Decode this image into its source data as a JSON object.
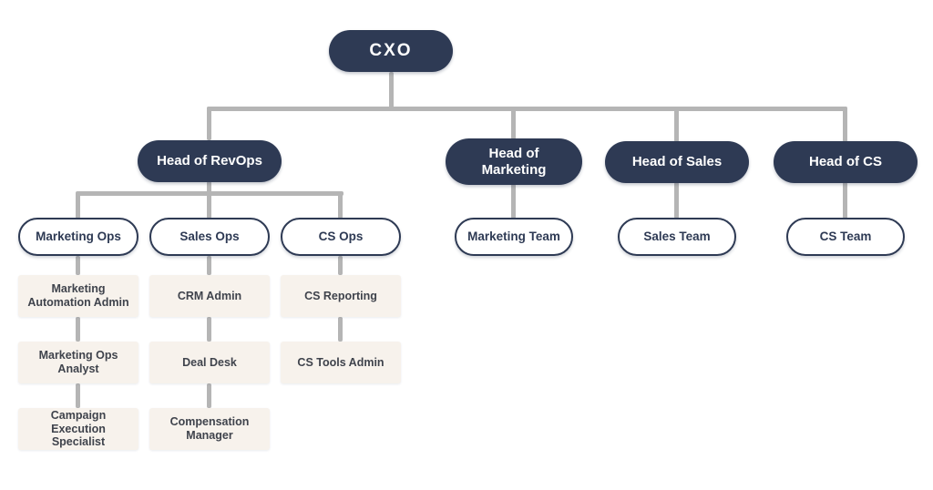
{
  "colors": {
    "navy": "#2e3a54",
    "cream": "#f7f2ec",
    "line": "#b5b5b5",
    "cream_text": "#3f434c",
    "background": "#ffffff"
  },
  "nodes": {
    "cxo": "CXO",
    "head_revops": "Head of RevOps",
    "head_marketing": "Head of Marketing",
    "head_sales": "Head of Sales",
    "head_cs": "Head of CS",
    "marketing_ops": "Marketing Ops",
    "sales_ops": "Sales Ops",
    "cs_ops": "CS Ops",
    "marketing_team": "Marketing Team",
    "sales_team": "Sales Team",
    "cs_team": "CS Team",
    "marketing_automation_admin": "Marketing Automation Admin",
    "marketing_ops_analyst": "Marketing Ops Analyst",
    "campaign_execution_specialist": "Campaign Execution Specialist",
    "crm_admin": "CRM Admin",
    "deal_desk": "Deal Desk",
    "compensation_manager": "Compensation Manager",
    "cs_reporting": "CS Reporting",
    "cs_tools_admin": "CS Tools Admin"
  },
  "hierarchy": {
    "CXO": [
      "Head of RevOps",
      "Head of Marketing",
      "Head of Sales",
      "Head of CS"
    ],
    "Head of RevOps": [
      "Marketing Ops",
      "Sales Ops",
      "CS Ops"
    ],
    "Head of Marketing": [
      "Marketing Team"
    ],
    "Head of Sales": [
      "Sales Team"
    ],
    "Head of CS": [
      "CS Team"
    ],
    "Marketing Ops": [
      "Marketing Automation Admin",
      "Marketing Ops Analyst",
      "Campaign Execution Specialist"
    ],
    "Sales Ops": [
      "CRM Admin",
      "Deal Desk",
      "Compensation Manager"
    ],
    "CS Ops": [
      "CS Reporting",
      "CS Tools Admin"
    ]
  }
}
